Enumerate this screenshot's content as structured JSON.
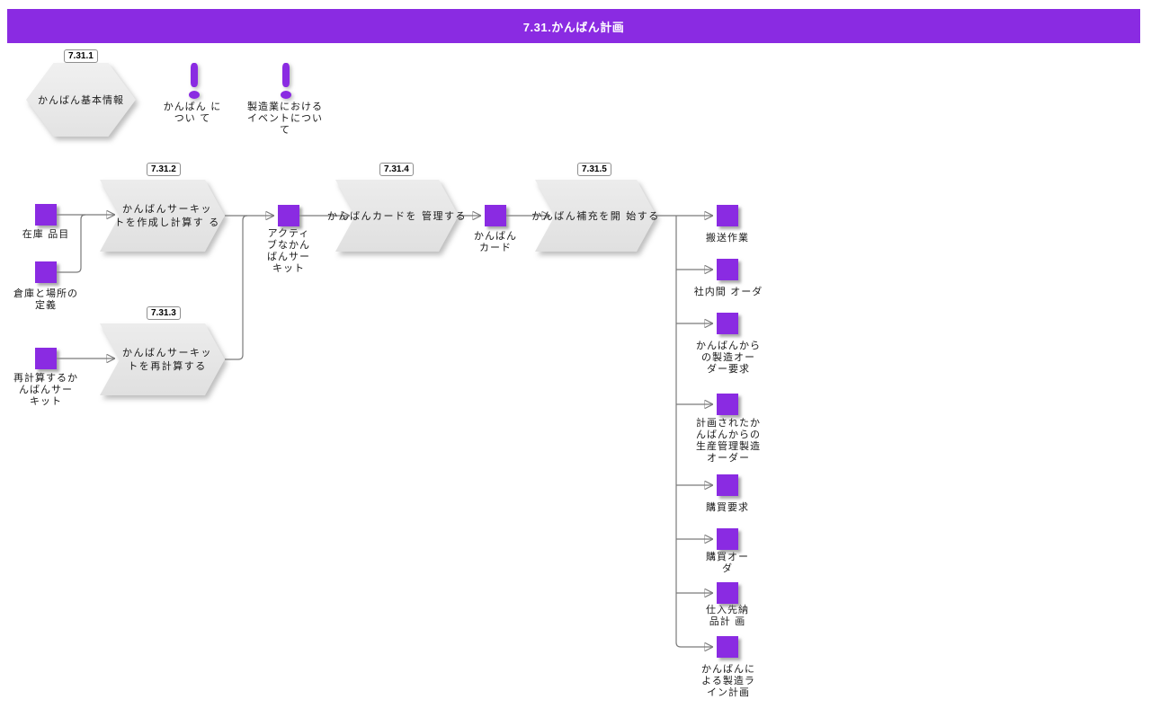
{
  "header": {
    "title": "7.31.かんばん計画"
  },
  "colors": {
    "accent": "#8A2BE2",
    "shape_fill": "#E9E9E9",
    "connector": "#7A7A7A"
  },
  "start": {
    "tag": "7.31.1",
    "label": "かんばん基本情報"
  },
  "notes": [
    {
      "icon": "exclamation-icon",
      "label": "かんばん に\nつい て"
    },
    {
      "icon": "exclamation-icon",
      "label": "製造業における\nイベントについ\nて"
    }
  ],
  "processes": [
    {
      "tag": "7.31.2",
      "label": "かんばんサーキッ\nトを作成し計算す る"
    },
    {
      "tag": "7.31.3",
      "label": "かんばんサーキッ\nトを再計算する"
    },
    {
      "tag": "7.31.4",
      "label": "かんばんカードを 管理する"
    },
    {
      "tag": "7.31.5",
      "label": "かんばん補充を開 始する"
    }
  ],
  "artifacts": [
    {
      "label": "在庫 品目"
    },
    {
      "label": "倉庫と場所の\n定義"
    },
    {
      "label": "再計算するか\nんばんサー\nキット"
    },
    {
      "label": "アクティ\nブなかん\nばんサー\nキット"
    },
    {
      "label": "かんばん\nカード"
    },
    {
      "label": "搬送作業"
    },
    {
      "label": "社内間 オーダ"
    },
    {
      "label": "かんばんから\nの製造オー\nダー要求"
    },
    {
      "label": "計画されたか\nんばんからの\n生産管理製造\nオーダー"
    },
    {
      "label": "購買要求"
    },
    {
      "label": "購買オー\nダ"
    },
    {
      "label": "仕入先納\n品計 画"
    },
    {
      "label": "かんばんに\nよる製造ラ\nイン計画"
    }
  ]
}
